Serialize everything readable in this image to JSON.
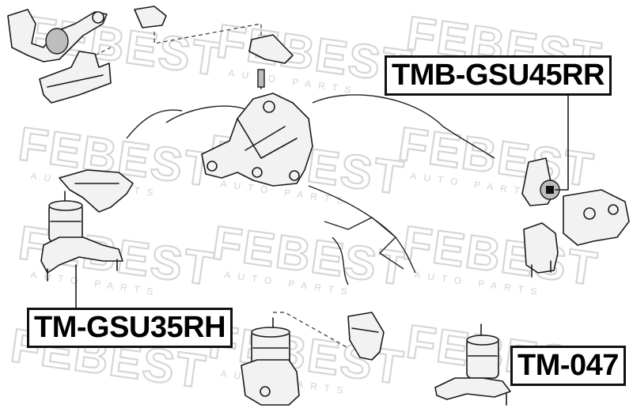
{
  "labels": {
    "part_1": "TMB-GSU45RR",
    "part_2": "TM-GSU35RH",
    "part_3": "TM-047"
  },
  "watermark": {
    "brand": "FEBEST",
    "tagline": "AUTO PARTS"
  },
  "colors": {
    "label_border": "#111111",
    "watermark": "#d6d6d6",
    "line_art": "#1a1a1a"
  }
}
